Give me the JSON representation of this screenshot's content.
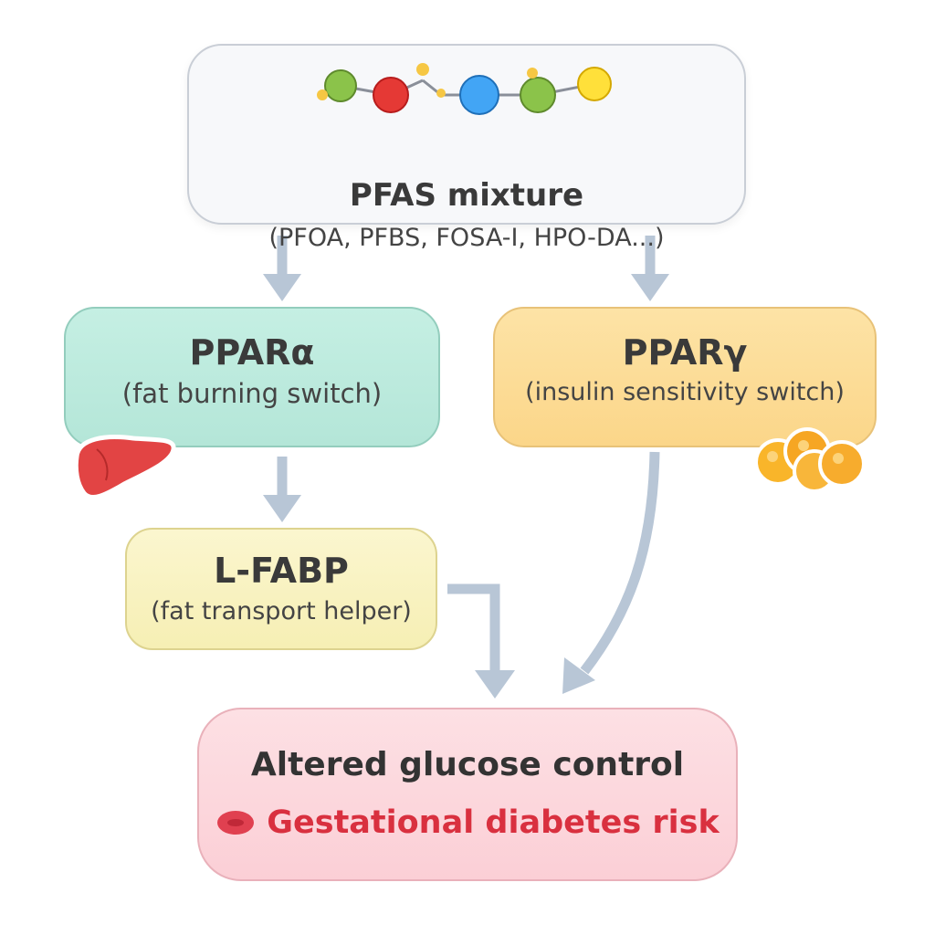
{
  "pfas": {
    "title": "PFAS mixture",
    "subtitle": "(PFOA, PFBS, FOSA-I, HPO-DA...)"
  },
  "ppar_alpha": {
    "title": "PPARα",
    "subtitle": "(fat burning switch)"
  },
  "ppar_gamma": {
    "title": "PPARγ",
    "subtitle": "(insulin sensitivity switch)"
  },
  "lfabp": {
    "title": "L-FABP",
    "subtitle": "(fat transport helper)"
  },
  "outcome": {
    "title": "Altered glucose control",
    "risk": "Gestational diabetes risk"
  },
  "icons": {
    "molecule": "molecule-chain-icon",
    "liver": "liver-icon",
    "fat": "fat-cells-icon",
    "risk": "red-blood-cell-icon"
  },
  "colors": {
    "arrow": "#b8c6d6",
    "risk_text": "#d9303f",
    "ppar_alpha_fill": "#c5efe3",
    "ppar_gamma_fill": "#fde3a6",
    "lfabp_fill": "#fbf6cf",
    "outcome_fill": "#fde0e4"
  }
}
